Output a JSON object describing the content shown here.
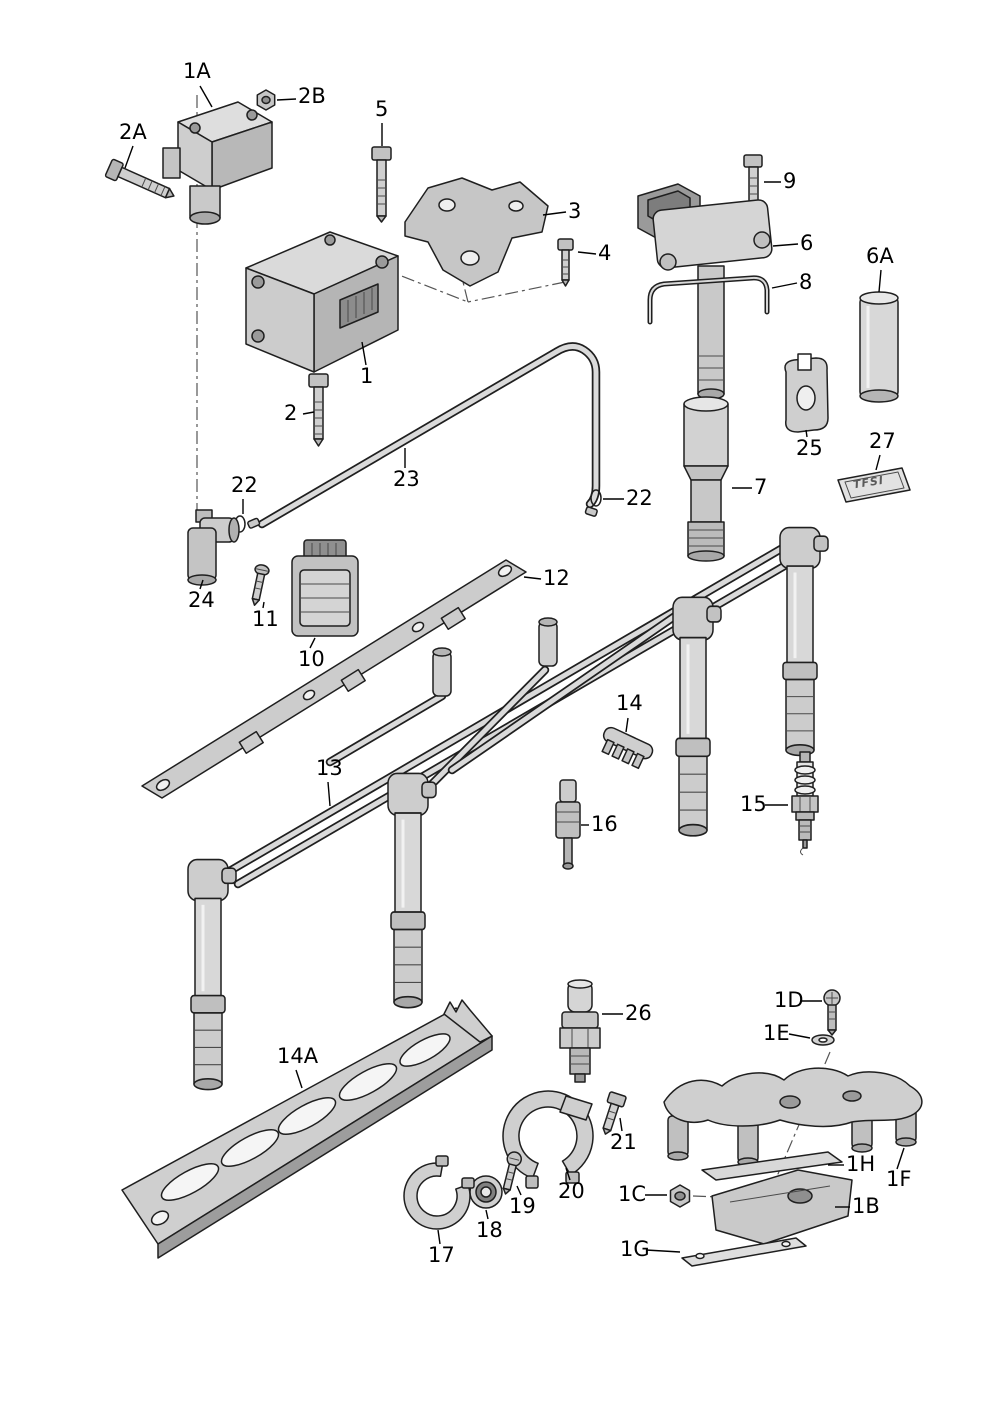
{
  "diagram": {
    "type": "exploded-parts-diagram",
    "subject": "ignition system / ignition coils, spark plug wires and spark plugs"
  },
  "colors": {
    "background": "#ffffff",
    "line": "#1f1f1f",
    "fill_light": "#e6e6e6",
    "fill_mid": "#cfcfcf",
    "fill_dark": "#a8a8a8",
    "label": "#000000"
  },
  "labels": {
    "1": "1",
    "1A": "1A",
    "1B": "1B",
    "1C": "1C",
    "1D": "1D",
    "1E": "1E",
    "1F": "1F",
    "1G": "1G",
    "1H": "1H",
    "2": "2",
    "2A": "2A",
    "2B": "2B",
    "3": "3",
    "4": "4",
    "5": "5",
    "6": "6",
    "6A": "6A",
    "7": "7",
    "8": "8",
    "9": "9",
    "10": "10",
    "11": "11",
    "12": "12",
    "13": "13",
    "14": "14",
    "14A": "14A",
    "15": "15",
    "16": "16",
    "17": "17",
    "18": "18",
    "19": "19",
    "20": "20",
    "21": "21",
    "22": "22",
    "23": "23",
    "24": "24",
    "25": "25",
    "26": "26",
    "27": "27"
  },
  "emblem": {
    "part27_text": "TFSI"
  }
}
